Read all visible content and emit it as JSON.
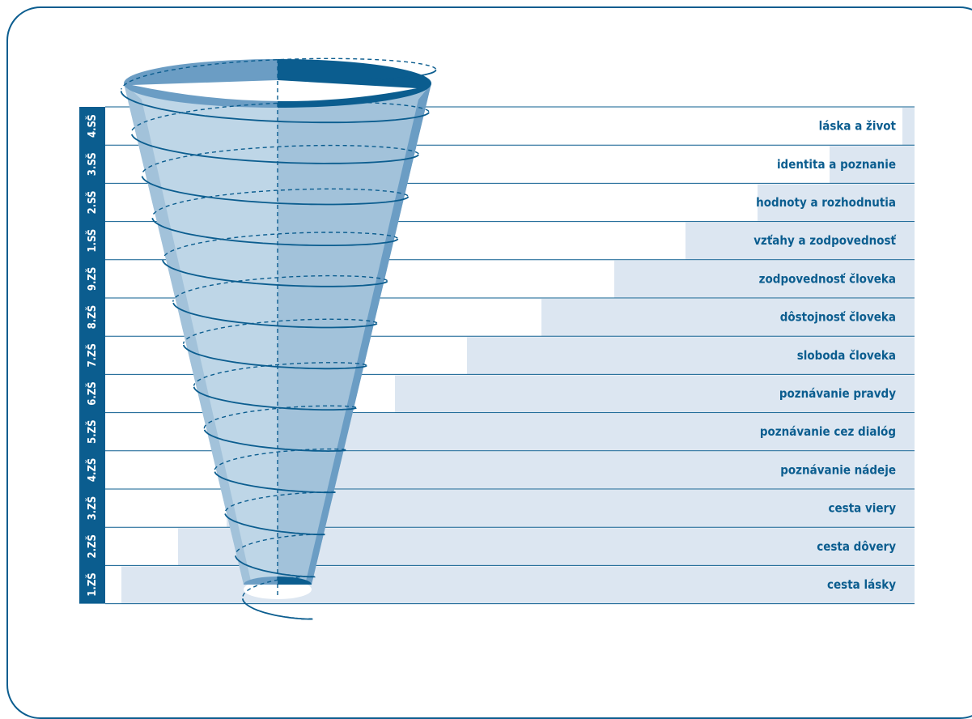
{
  "colors": {
    "primary": "#0b5d8f",
    "bar_fill": "#dce6f1",
    "cone_light": "#bed6e7",
    "cone_mid": "#a2c2da",
    "cone_dark": "#6b9dc4",
    "cone_rim_dark": "#0b5d8f"
  },
  "levels": [
    {
      "grade": "4.SŠ",
      "topic": "láska a život",
      "bar_start": 0.985
    },
    {
      "grade": "3.SŠ",
      "topic": "identita a poznanie",
      "bar_start": 0.895
    },
    {
      "grade": "2.SŠ",
      "topic": "hodnoty a rozhodnutia",
      "bar_start": 0.806
    },
    {
      "grade": "1.SŠ",
      "topic": "vzťahy a zodpovednosť",
      "bar_start": 0.717
    },
    {
      "grade": "9.ZŠ",
      "topic": "zodpovednosť človeka",
      "bar_start": 0.629
    },
    {
      "grade": "8.ZŠ",
      "topic": "dôstojnosť človeka",
      "bar_start": 0.539
    },
    {
      "grade": "7.ZŠ",
      "topic": "sloboda človeka",
      "bar_start": 0.447
    },
    {
      "grade": "6.ZŠ",
      "topic": "poznávanie pravdy",
      "bar_start": 0.358
    },
    {
      "grade": "5.ZŠ",
      "topic": "poznávanie cez dialóg",
      "bar_start": 0.27
    },
    {
      "grade": "4.ZŠ",
      "topic": "poznávanie nádeje",
      "bar_start": 0.183
    },
    {
      "grade": "3.ZŠ",
      "topic": "cesta viery",
      "bar_start": 0.15
    },
    {
      "grade": "2.ZŠ",
      "topic": "cesta dôvery",
      "bar_start": 0.09
    },
    {
      "grade": "1.ZŠ",
      "topic": "cesta lásky",
      "bar_start": 0.02
    }
  ]
}
